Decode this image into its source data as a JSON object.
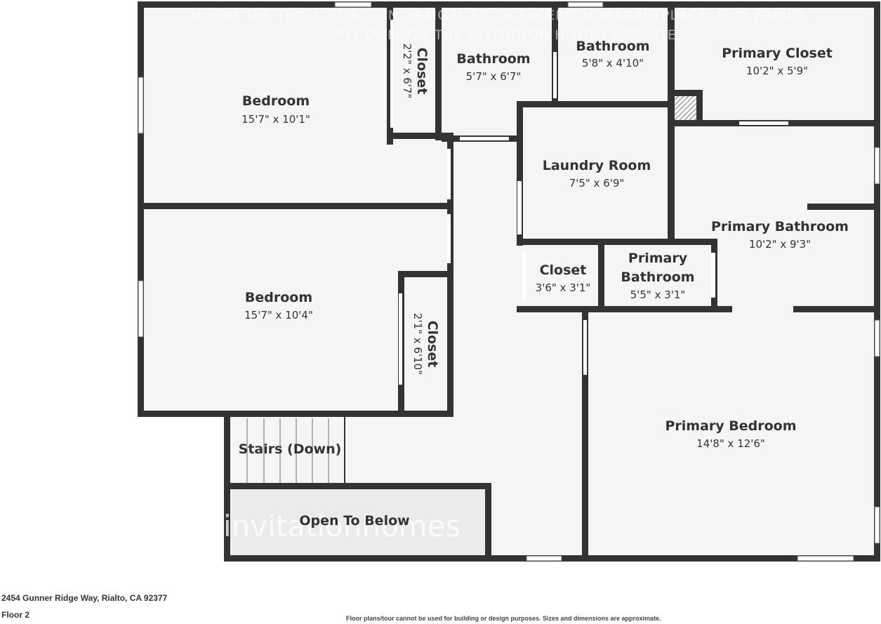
{
  "watermark": {
    "line1": "IF YOU SEE THIS LISTING ON CRAIGSLIST OR FACEBOOK MARKETPLACE, IT IS FRAUD.",
    "line2": "APPLY ONLY ON THE INVITATION HOMES WEBSITE.",
    "logo": "invitationhomes"
  },
  "rooms": [
    {
      "id": "bedroom-1",
      "name": "Bedroom",
      "dims": "15'7\" x 10'1\""
    },
    {
      "id": "closet-1",
      "name": "Closet",
      "dims": "2'2\" x 6'7\""
    },
    {
      "id": "bathroom-1",
      "name": "Bathroom",
      "dims": "5'7\" x 6'7\""
    },
    {
      "id": "bathroom-2",
      "name": "Bathroom",
      "dims": "5'8\" x 4'10\""
    },
    {
      "id": "primary-closet",
      "name": "Primary Closet",
      "dims": "10'2\" x 5'9\""
    },
    {
      "id": "laundry-room",
      "name": "Laundry Room",
      "dims": "7'5\" x 6'9\""
    },
    {
      "id": "primary-bathroom-large",
      "name": "Primary Bathroom",
      "dims": "10'2\" x 9'3\""
    },
    {
      "id": "bedroom-2",
      "name": "Bedroom",
      "dims": "15'7\" x 10'4\""
    },
    {
      "id": "closet-2",
      "name": "Closet",
      "dims": "2'1\" x 6'10\""
    },
    {
      "id": "closet-3",
      "name": "Closet",
      "dims": "3'6\" x 3'1\""
    },
    {
      "id": "primary-bathroom-small",
      "name_line1": "Primary",
      "name_line2": "Bathroom",
      "dims": "5'5\" x 3'1\""
    },
    {
      "id": "primary-bedroom",
      "name": "Primary Bedroom",
      "dims": "14'8\" x 12'6\""
    },
    {
      "id": "stairs",
      "name": "Stairs (Down)"
    },
    {
      "id": "open-to-below",
      "name": "Open To Below"
    }
  ],
  "footer": {
    "address": "2454 Gunner Ridge Way, Rialto, CA 92377",
    "floor": "Floor 2",
    "disclaimer": "Floor plans/tour cannot be used for building or design purposes. Sizes and dimensions are approximate."
  }
}
